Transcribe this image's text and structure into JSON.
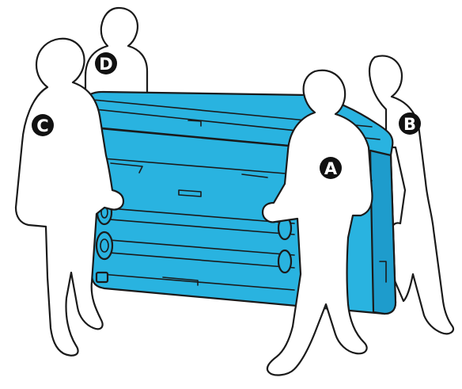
{
  "colors": {
    "printer_fill": "#29b3e0",
    "printer_shade": "#1e9ccc",
    "outline": "#1a1a1a",
    "person_fill": "#ffffff",
    "badge_fill": "#111111"
  },
  "labels": {
    "a": "A",
    "b": "B",
    "c": "C",
    "d": "D"
  }
}
